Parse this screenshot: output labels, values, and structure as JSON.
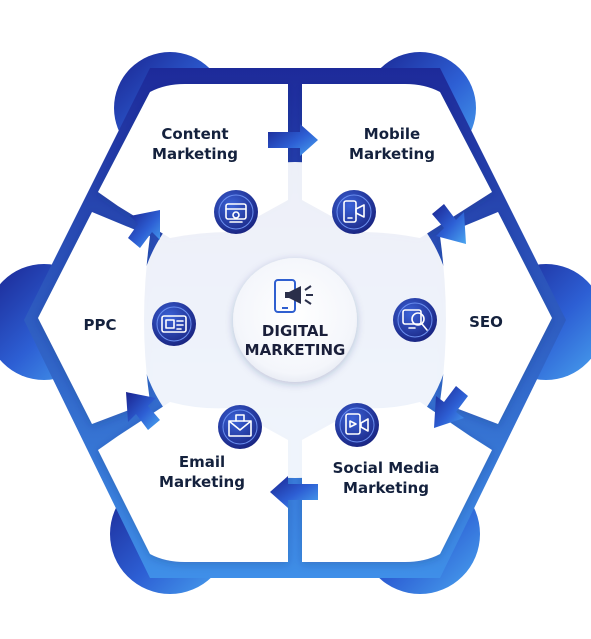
{
  "center": {
    "line1": "DIGITAL",
    "line2": "MARKETING",
    "icon": "megaphone-phone-icon"
  },
  "segments": [
    {
      "id": "content-marketing",
      "lines": [
        "Content",
        "Marketing"
      ],
      "icon": "web-content-icon"
    },
    {
      "id": "mobile-marketing",
      "lines": [
        "Mobile",
        "Marketing"
      ],
      "icon": "mobile-megaphone-icon"
    },
    {
      "id": "seo",
      "lines": [
        "SEO"
      ],
      "icon": "seo-magnifier-icon"
    },
    {
      "id": "social-media-marketing",
      "lines": [
        "Social Media",
        "Marketing"
      ],
      "icon": "video-post-icon"
    },
    {
      "id": "email-marketing",
      "lines": [
        "Email",
        "Marketing"
      ],
      "icon": "envelope-icon"
    },
    {
      "id": "ppc",
      "lines": [
        "PPC"
      ],
      "icon": "ad-banner-icon"
    }
  ],
  "colors": {
    "accent_dark": "#1f2fa0",
    "accent_mid": "#2f62d6",
    "accent_light": "#4aa3ef",
    "text": "#14213d"
  }
}
